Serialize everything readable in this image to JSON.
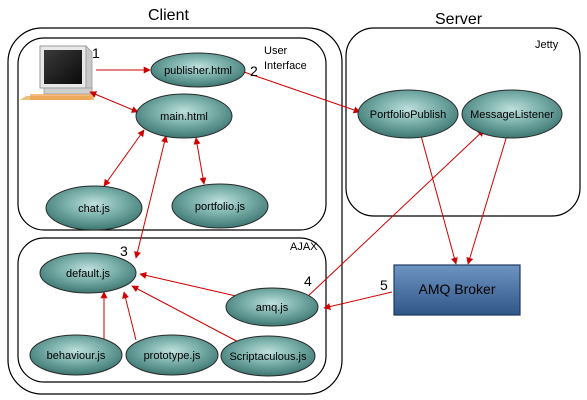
{
  "labels": {
    "client": "Client",
    "server": "Server",
    "user_interface_line1": "User",
    "user_interface_line2": "Interface",
    "jetty": "Jetty",
    "ajax": "AJAX"
  },
  "markers": {
    "m1": "1",
    "m2": "2",
    "m3": "3",
    "m4": "4",
    "m5": "5"
  },
  "nodes": {
    "publisher": "publisher.html",
    "main": "main.html",
    "chat": "chat.js",
    "portfolio": "portfolio.js",
    "default": "default.js",
    "amq": "amq.js",
    "behaviour": "behaviour.js",
    "prototype": "prototype.js",
    "scriptaculous": "Scriptaculous.js",
    "portfolio_publish": "PortfolioPublish",
    "message_listener": "MessageListener"
  },
  "broker": "AMQ Broker",
  "colors": {
    "node_fill": "#5c9a96",
    "node_stroke": "#000000",
    "edge": "#d10000",
    "broker_fill": "#466d9c"
  },
  "icons": {
    "computer": "computer-monitor-icon"
  }
}
